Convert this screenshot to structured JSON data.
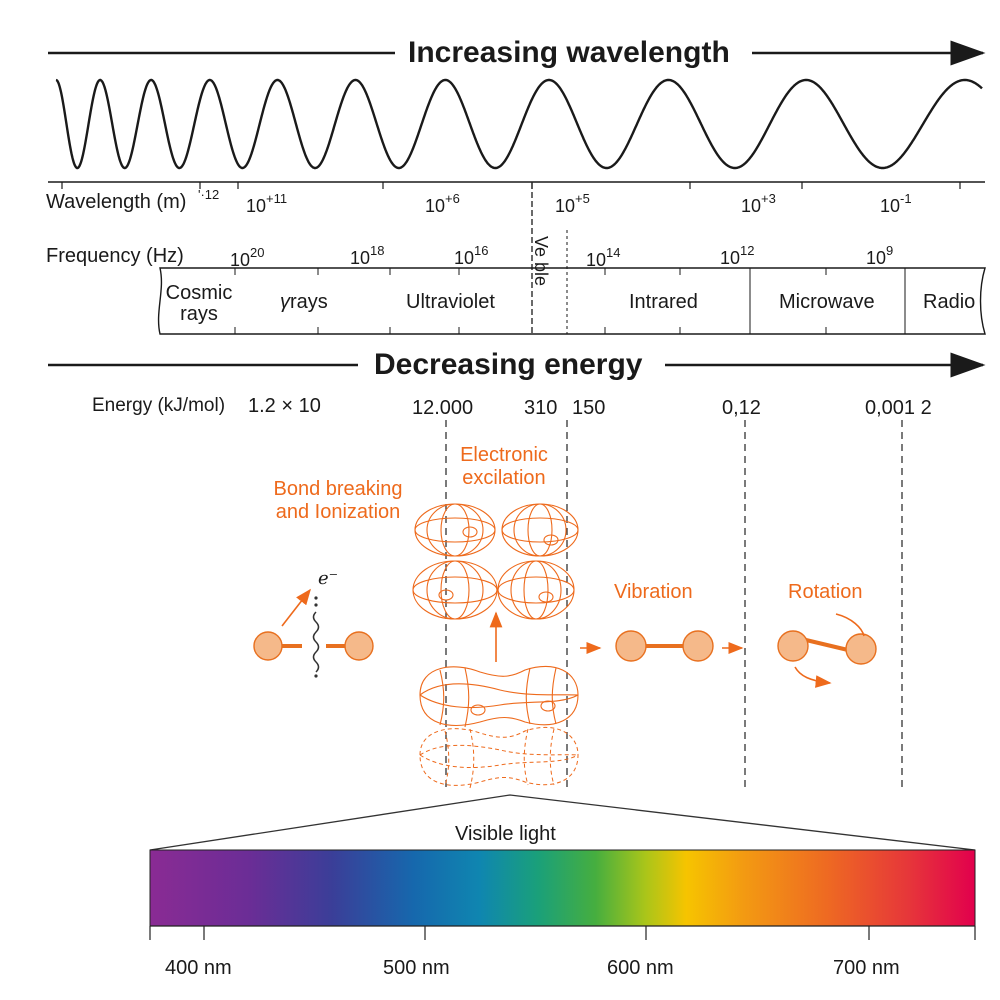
{
  "header_top": "Increasing wavelength",
  "header_mid": "Decreasing energy",
  "wavelength": {
    "label": "Wavelength (m)",
    "ticks": [
      {
        "base": "",
        "exp": "'·12"
      },
      {
        "base": "10",
        "exp": "+11"
      },
      {
        "base": "10",
        "exp": "+6"
      },
      {
        "base": "10",
        "exp": "+5"
      },
      {
        "base": "10",
        "exp": "+3"
      },
      {
        "base": "10",
        "exp": "-1"
      }
    ]
  },
  "frequency": {
    "label": "Frequency (Hz)",
    "ticks": [
      {
        "base": "10",
        "exp": "20"
      },
      {
        "base": "10",
        "exp": "18"
      },
      {
        "base": "10",
        "exp": "16"
      },
      {
        "base": "10",
        "exp": "14"
      },
      {
        "base": "10",
        "exp": "12"
      },
      {
        "base": "10",
        "exp": "9"
      }
    ]
  },
  "regions": {
    "cosmic": "Cosmic\nrays",
    "gamma_symbol": "γ",
    "gamma_word": "rays",
    "ultraviolet": "Ultraviolet",
    "visible": "Ve ble",
    "infrared": "Intrared",
    "microwave": "Microwave",
    "radio": "Radio"
  },
  "energy": {
    "label": "Energy (kJ/mol)",
    "values": [
      "1.2 × 10",
      "12.000",
      "310",
      "150",
      "0,12",
      "0,001 2"
    ]
  },
  "processes": {
    "bond": "Bond breaking\nand Ionization",
    "electronic": "Electronic\nexcilation",
    "vibration": "Vibration",
    "rotation": "Rotation",
    "electron": "e⁻"
  },
  "visible_light": {
    "title": "Visible light",
    "ticks": [
      "400 nm",
      "500 nm",
      "600 nm",
      "700 nm"
    ]
  },
  "colors": {
    "accent": "#ee6a1c",
    "molecule_fill": "#f5b98a",
    "ink": "#1a1a1a"
  }
}
